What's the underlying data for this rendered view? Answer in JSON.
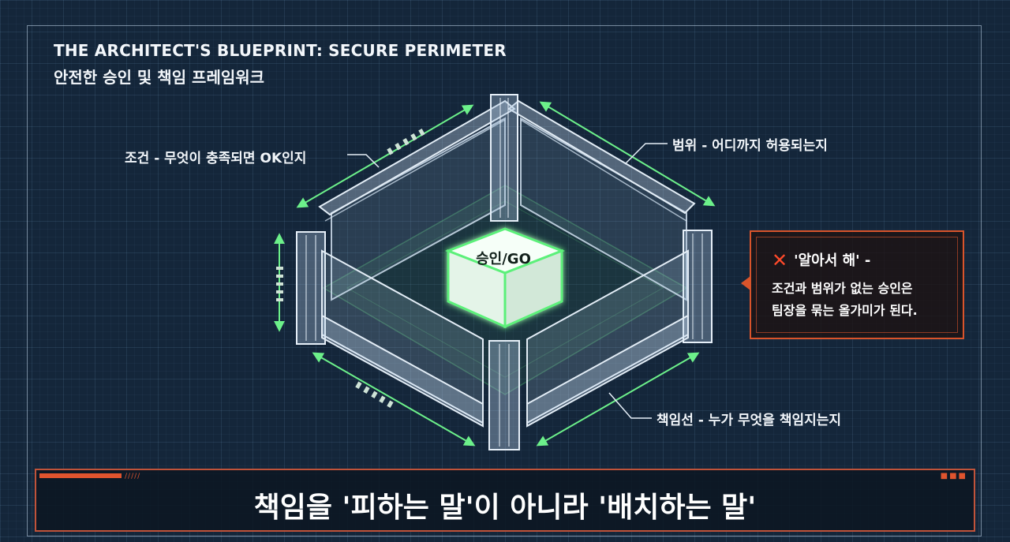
{
  "title": {
    "english": "THE ARCHITECT'S BLUEPRINT: SECURE PERIMETER",
    "korean": "안전한 승인 및 책임 프레임워크"
  },
  "diagram": {
    "center_label": "승인/GO",
    "labels": {
      "condition": "조건 - 무엇이 충족되면 OK인지",
      "scope": "범위 - 어디까지 허용되는지",
      "responsibility": "책임선 - 누가 무엇을 책임지는지"
    }
  },
  "warning": {
    "icon": "x-icon",
    "title": "'알아서 해' -",
    "line1": "조건과 범위가 없는 승인은",
    "line2": "팀장을 묶는 올가미가 된다."
  },
  "bottom_banner": {
    "text": "책임을 '피하는 말'이 아니라 '배치하는 말'"
  },
  "colors": {
    "background": "#14263a",
    "accent_green": "#5cf07a",
    "warning_orange": "#d9542b"
  }
}
